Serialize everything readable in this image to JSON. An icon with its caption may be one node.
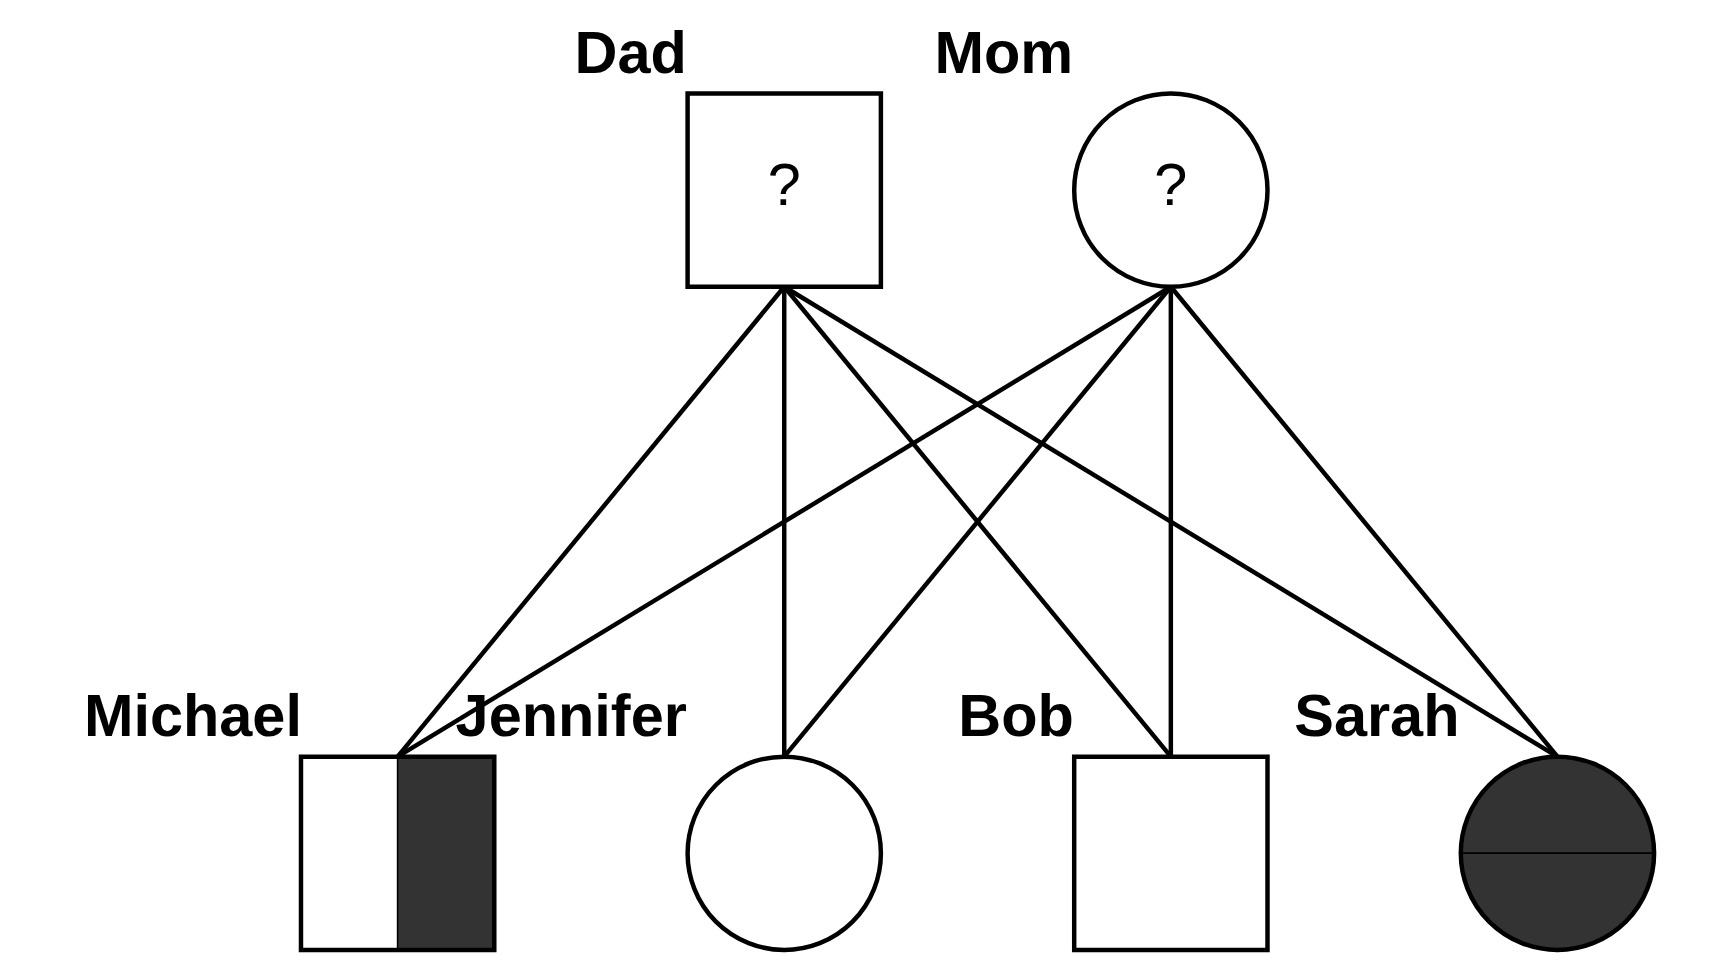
{
  "diagram": {
    "nodes": [
      {
        "text": [
          "Dad",
          "?"
        ]
      },
      {
        "text": [
          "Mom",
          "?"
        ]
      },
      {
        "text": [
          "Michael"
        ]
      },
      {
        "text": [
          "Jennifer"
        ]
      },
      {
        "text": [
          "Bob"
        ]
      },
      {
        "text": [
          "Sarah"
        ]
      }
    ],
    "edges": [
      {
        "from": 0,
        "to": 2,
        "arrow": "none"
      },
      {
        "from": 0,
        "to": 3,
        "arrow": "none"
      },
      {
        "from": 0,
        "to": 4,
        "arrow": "none"
      },
      {
        "from": 0,
        "to": 5,
        "arrow": "none"
      },
      {
        "from": 1,
        "to": 2,
        "arrow": "none"
      },
      {
        "from": 1,
        "to": 3,
        "arrow": "none"
      },
      {
        "from": 1,
        "to": 4,
        "arrow": "none"
      },
      {
        "from": 1,
        "to": 5,
        "arrow": "none"
      }
    ]
  }
}
